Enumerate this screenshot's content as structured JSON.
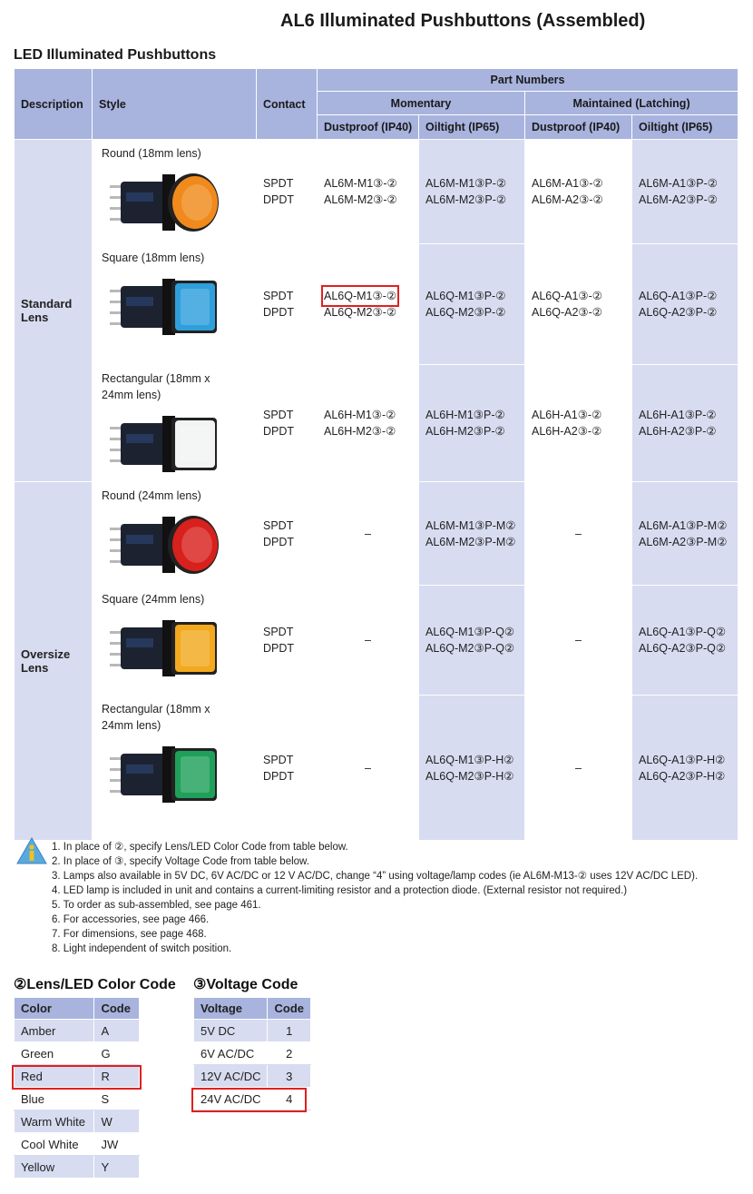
{
  "page_title": "AL6 Illuminated Pushbuttons (Assembled)",
  "section_title": "LED Illuminated Pushbuttons",
  "headers": {
    "description": "Description",
    "style": "Style",
    "contact": "Contact",
    "part_numbers": "Part Numbers",
    "momentary": "Momentary",
    "maintained": "Maintained (Latching)",
    "dustproof": "Dustproof (IP40)",
    "oiltight": "Oiltight (IP65)"
  },
  "groups": [
    {
      "name": "Standard Lens",
      "rows": [
        {
          "style": "Round (18mm lens)",
          "contact": [
            "SPDT",
            "DPDT"
          ],
          "mom_dust": [
            "AL6M-M1③-②",
            "AL6M-M2③-②"
          ],
          "mom_oil": [
            "AL6M-M1③P-②",
            "AL6M-M2③P-②"
          ],
          "mnt_dust": [
            "AL6M-A1③-②",
            "AL6M-A2③-②"
          ],
          "mnt_oil": [
            "AL6M-A1③P-②",
            "AL6M-A2③P-②"
          ],
          "lens_color": "#f08a1c"
        },
        {
          "style": "Square (18mm lens)",
          "contact": [
            "SPDT",
            "DPDT"
          ],
          "mom_dust": [
            "AL6Q-M1③-②",
            "AL6Q-M2③-②"
          ],
          "mom_oil": [
            "AL6Q-M1③P-②",
            "AL6Q-M2③P-②"
          ],
          "mnt_dust": [
            "AL6Q-A1③-②",
            "AL6Q-A2③-②"
          ],
          "mnt_oil": [
            "AL6Q-A1③P-②",
            "AL6Q-A2③P-②"
          ],
          "lens_color": "#2f9fdc"
        },
        {
          "style": "Rectangular (18mm x 24mm lens)",
          "contact": [
            "SPDT",
            "DPDT"
          ],
          "mom_dust": [
            "AL6H-M1③-②",
            "AL6H-M2③-②"
          ],
          "mom_oil": [
            "AL6H-M1③P-②",
            "AL6H-M2③P-②"
          ],
          "mnt_dust": [
            "AL6H-A1③-②",
            "AL6H-A2③-②"
          ],
          "mnt_oil": [
            "AL6H-A1③P-②",
            "AL6H-A2③P-②"
          ],
          "lens_color": "#f2f4f4"
        }
      ]
    },
    {
      "name": "Oversize Lens",
      "rows": [
        {
          "style": "Round (24mm lens)",
          "contact": [
            "SPDT",
            "DPDT"
          ],
          "mom_dust": [
            "–"
          ],
          "mom_oil": [
            "AL6M-M1③P-M②",
            "AL6M-M2③P-M②"
          ],
          "mnt_dust": [
            "–"
          ],
          "mnt_oil": [
            "AL6M-A1③P-M②",
            "AL6M-A2③P-M②"
          ],
          "lens_color": "#d8201c"
        },
        {
          "style": "Square (24mm lens)",
          "contact": [
            "SPDT",
            "DPDT"
          ],
          "mom_dust": [
            "–"
          ],
          "mom_oil": [
            "AL6Q-M1③P-Q②",
            "AL6Q-M2③P-Q②"
          ],
          "mnt_dust": [
            "–"
          ],
          "mnt_oil": [
            "AL6Q-A1③P-Q②",
            "AL6Q-A2③P-Q②"
          ],
          "lens_color": "#f2a91e"
        },
        {
          "style": "Rectangular (18mm x 24mm lens)",
          "contact": [
            "SPDT",
            "DPDT"
          ],
          "mom_dust": [
            "–"
          ],
          "mom_oil": [
            "AL6Q-M1③P-H②",
            "AL6Q-M2③P-H②"
          ],
          "mnt_dust": [
            "–"
          ],
          "mnt_oil": [
            "AL6Q-A1③P-H②",
            "AL6Q-A2③P-H②"
          ],
          "lens_color": "#1fa05a"
        }
      ]
    }
  ],
  "highlighted_part": "AL6Q-M1③-②",
  "notes": [
    "1. In place of ②, specify Lens/LED Color Code from table below.",
    "2. In place of ③, specify Voltage Code from table below.",
    "3. Lamps also available in 5V DC, 6V AC/DC or 12 V AC/DC, change “4” using voltage/lamp codes (ie AL6M-M13-② uses 12V AC/DC LED).",
    "4. LED lamp is included in unit and contains a current-limiting resistor and a protection diode. (External resistor not required.)",
    "5. To order as sub-assembled, see page 461.",
    "6. For accessories, see page 466.",
    "7. For dimensions, see page 468.",
    "8. Light independent of switch position."
  ],
  "color_code": {
    "title": "②Lens/LED Color Code",
    "headers": [
      "Color",
      "Code"
    ],
    "rows": [
      [
        "Amber",
        "A"
      ],
      [
        "Green",
        "G"
      ],
      [
        "Red",
        "R"
      ],
      [
        "Blue",
        "S"
      ],
      [
        "Warm White",
        "W"
      ],
      [
        "Cool White",
        "JW"
      ],
      [
        "Yellow",
        "Y"
      ]
    ],
    "highlighted": "Red"
  },
  "voltage_code": {
    "title": "③Voltage Code",
    "headers": [
      "Voltage",
      "Code"
    ],
    "rows": [
      [
        "5V DC",
        "1"
      ],
      [
        "6V AC/DC",
        "2"
      ],
      [
        "12V AC/DC",
        "3"
      ],
      [
        "24V AC/DC",
        "4"
      ]
    ],
    "highlighted": "24V AC/DC"
  },
  "colors": {
    "header_bg": "#a8b3de",
    "cell_bg": "#d7dcf0",
    "highlight": "#e02020"
  }
}
